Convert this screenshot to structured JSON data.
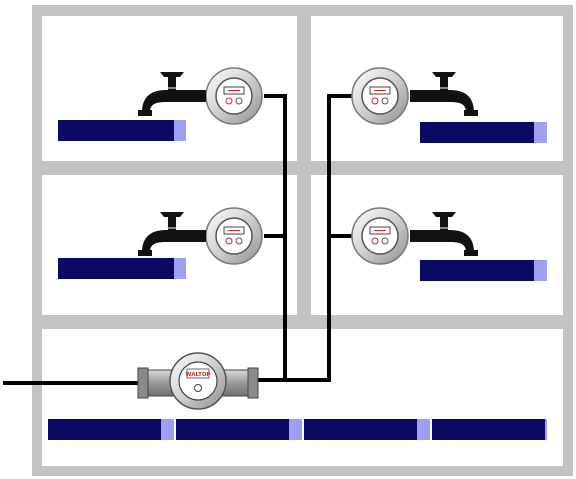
{
  "diagram": {
    "main_meter": {
      "brand_text": "WALTOP"
    },
    "colors": {
      "wall": "#c3c3c3",
      "room_fill": "#ffffff",
      "pipe": "#000000",
      "bar_dark": "#0a0a64",
      "bar_light": "#9f9ff2",
      "meter_ring": "#cfcfcf",
      "meter_body": "#9a9a9a",
      "meter_red": "#d22828"
    },
    "units": [
      {
        "name": "top-left-apartment",
        "meter": "unit-water-meter",
        "tap": "water-tap"
      },
      {
        "name": "top-right-apartment",
        "meter": "unit-water-meter",
        "tap": "water-tap"
      },
      {
        "name": "middle-left-apartment",
        "meter": "unit-water-meter",
        "tap": "water-tap"
      },
      {
        "name": "middle-right-apartment",
        "meter": "unit-water-meter",
        "tap": "water-tap"
      }
    ],
    "ground_floor_bars": 4
  }
}
